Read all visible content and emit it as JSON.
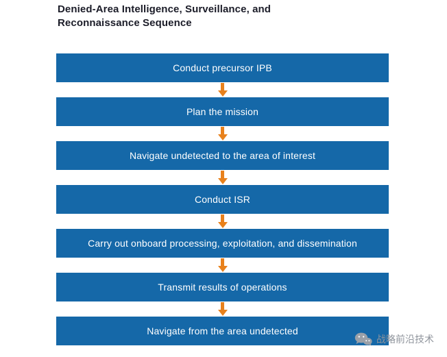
{
  "title": "Denied-Area Intelligence, Surveillance, and Reconnaissance Sequence",
  "flowchart": {
    "box_color": "#1568a8",
    "arrow_color": "#e8811c",
    "steps": [
      "Conduct precursor IPB",
      "Plan the mission",
      "Navigate undetected to the area of interest",
      "Conduct ISR",
      "Carry out onboard processing, exploitation, and dissemination",
      "Transmit results of operations",
      "Navigate from the area undetected"
    ]
  },
  "watermark": {
    "icon": "wechat-icon",
    "text": "战略前沿技术"
  }
}
